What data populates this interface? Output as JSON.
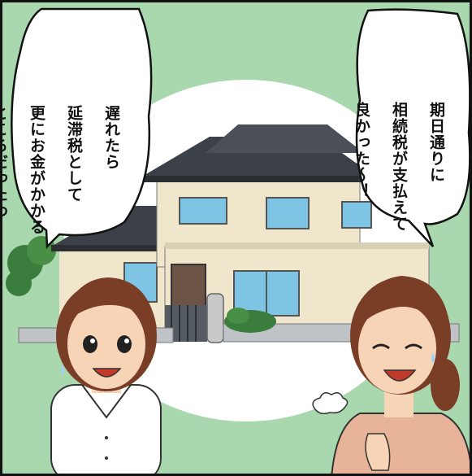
{
  "scene": {
    "bubble_left": {
      "lines": [
        "遅れたら",
        "延滞税として",
        "更にお金がかかる",
        "ところだったわ"
      ]
    },
    "bubble_right": {
      "lines": [
        "期日通りに",
        "相続税が支払えて",
        "良かった～！"
      ]
    },
    "colors": {
      "background": "#a9d7ae",
      "roof": "#3c4048",
      "wall": "#efe6cc",
      "hair": "#7a3d26",
      "skin": "#f8d4b6",
      "sweater": "#e7b49a"
    }
  }
}
